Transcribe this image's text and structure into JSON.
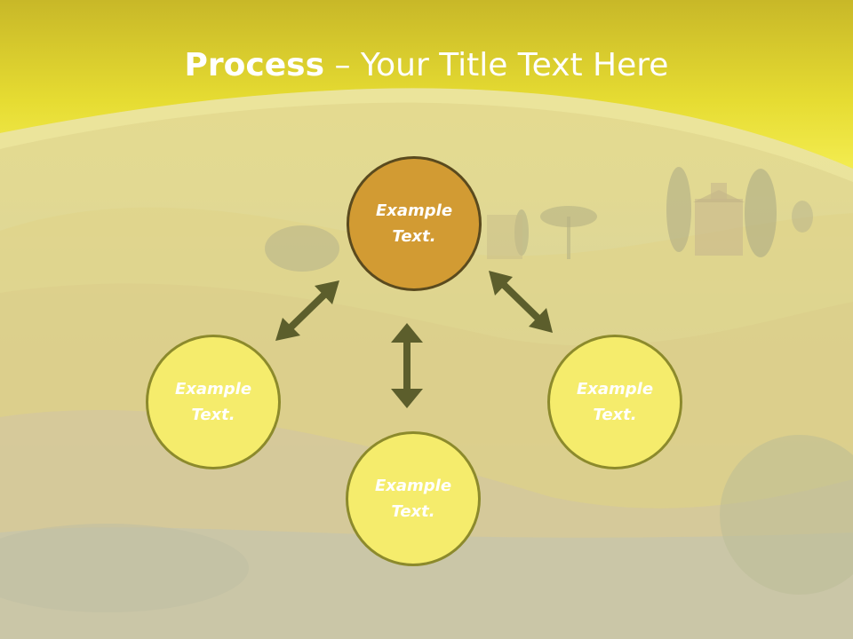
{
  "title": {
    "bold": "Process",
    "rest": " – Your Title Text Here"
  },
  "nodes": {
    "top": {
      "line1": "Example",
      "line2": "Text."
    },
    "left": {
      "line1": "Example",
      "line2": "Text."
    },
    "bottom": {
      "line1": "Example",
      "line2": "Text."
    },
    "right": {
      "line1": "Example",
      "line2": "Text."
    }
  },
  "colors": {
    "header": "#e8e030",
    "top_node": "#d29b33",
    "node": "#f5ec6c",
    "arrow": "#5c5e2c"
  }
}
